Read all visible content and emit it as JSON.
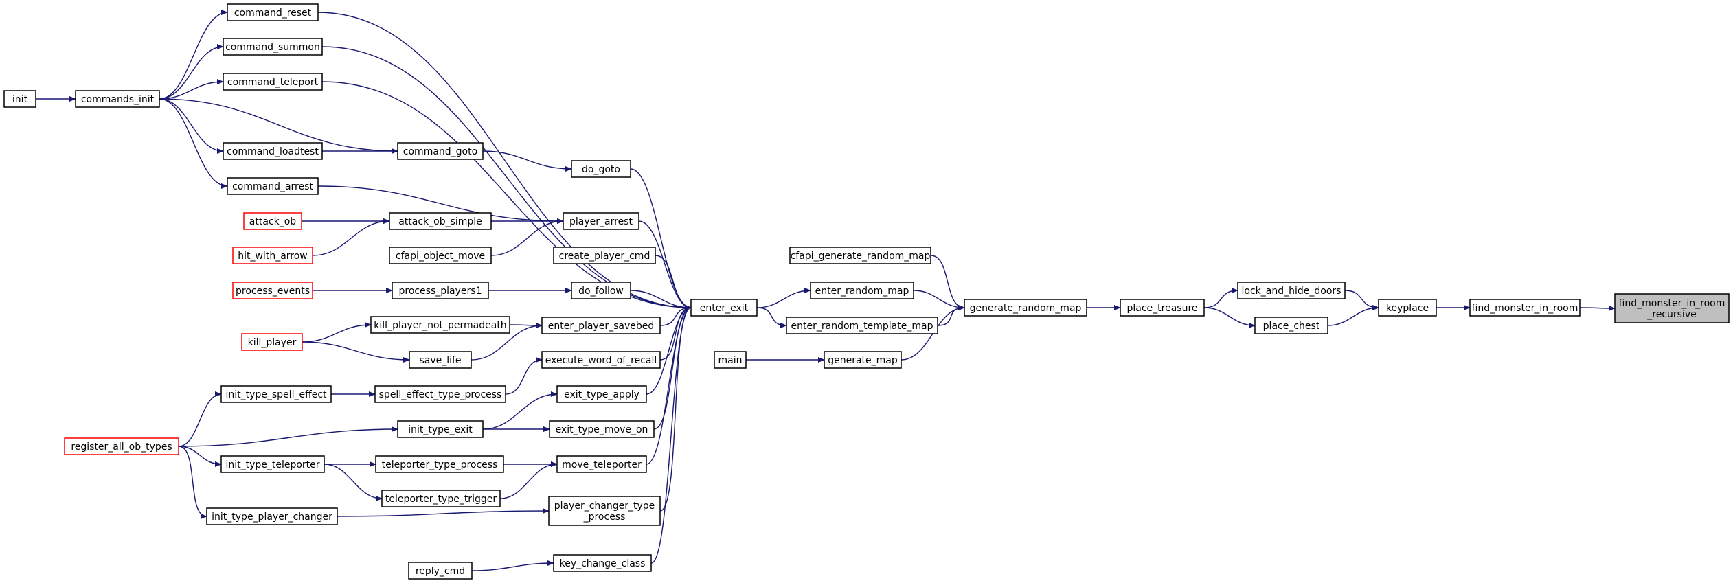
{
  "colors": {
    "edge": "#191970",
    "node_border": "#000000",
    "truncated_border": "#ff0000",
    "focus_fill": "#bfbfbf",
    "node_fill": "#ffffff"
  },
  "nodes": [
    {
      "id": "target",
      "lines": [
        "find_monster_in_room",
        "_recursive"
      ],
      "style": "focus"
    },
    {
      "id": "find_monster_in_room",
      "lines": [
        "find_monster_in_room"
      ]
    },
    {
      "id": "keyplace",
      "lines": [
        "keyplace"
      ]
    },
    {
      "id": "lock_and_hide_doors",
      "lines": [
        "lock_and_hide_doors"
      ]
    },
    {
      "id": "place_chest",
      "lines": [
        "place_chest"
      ]
    },
    {
      "id": "place_treasure",
      "lines": [
        "place_treasure"
      ]
    },
    {
      "id": "generate_random_map",
      "lines": [
        "generate_random_map"
      ]
    },
    {
      "id": "cfapi_generate_random_map",
      "lines": [
        "cfapi_generate_random_map"
      ]
    },
    {
      "id": "enter_random_map",
      "lines": [
        "enter_random_map"
      ]
    },
    {
      "id": "enter_random_template_map",
      "lines": [
        "enter_random_template_map"
      ]
    },
    {
      "id": "generate_map",
      "lines": [
        "generate_map"
      ]
    },
    {
      "id": "main",
      "lines": [
        "main"
      ]
    },
    {
      "id": "enter_exit",
      "lines": [
        "enter_exit"
      ]
    },
    {
      "id": "command_reset",
      "lines": [
        "command_reset"
      ]
    },
    {
      "id": "command_summon",
      "lines": [
        "command_summon"
      ]
    },
    {
      "id": "command_teleport",
      "lines": [
        "command_teleport"
      ]
    },
    {
      "id": "command_loadtest",
      "lines": [
        "command_loadtest"
      ]
    },
    {
      "id": "command_goto",
      "lines": [
        "command_goto"
      ]
    },
    {
      "id": "do_goto",
      "lines": [
        "do_goto"
      ]
    },
    {
      "id": "command_arrest",
      "lines": [
        "command_arrest"
      ]
    },
    {
      "id": "player_arrest",
      "lines": [
        "player_arrest"
      ]
    },
    {
      "id": "attack_ob_simple",
      "lines": [
        "attack_ob_simple"
      ]
    },
    {
      "id": "attack_ob",
      "lines": [
        "attack_ob"
      ],
      "style": "truncated"
    },
    {
      "id": "hit_with_arrow",
      "lines": [
        "hit_with_arrow"
      ],
      "style": "truncated"
    },
    {
      "id": "cfapi_object_move",
      "lines": [
        "cfapi_object_move"
      ]
    },
    {
      "id": "create_player_cmd",
      "lines": [
        "create_player_cmd"
      ]
    },
    {
      "id": "process_events",
      "lines": [
        "process_events"
      ],
      "style": "truncated"
    },
    {
      "id": "process_players1",
      "lines": [
        "process_players1"
      ]
    },
    {
      "id": "do_follow",
      "lines": [
        "do_follow"
      ]
    },
    {
      "id": "kill_player",
      "lines": [
        "kill_player"
      ],
      "style": "truncated"
    },
    {
      "id": "kill_player_not_permadeath",
      "lines": [
        "kill_player_not_permadeath"
      ]
    },
    {
      "id": "save_life",
      "lines": [
        "save_life"
      ]
    },
    {
      "id": "enter_player_savebed",
      "lines": [
        "enter_player_savebed"
      ]
    },
    {
      "id": "execute_word_of_recall",
      "lines": [
        "execute_word_of_recall"
      ]
    },
    {
      "id": "init_type_spell_effect",
      "lines": [
        "init_type_spell_effect"
      ]
    },
    {
      "id": "spell_effect_type_process",
      "lines": [
        "spell_effect_type_process"
      ]
    },
    {
      "id": "register_all_ob_types",
      "lines": [
        "register_all_ob_types"
      ],
      "style": "truncated"
    },
    {
      "id": "init_type_exit",
      "lines": [
        "init_type_exit"
      ]
    },
    {
      "id": "exit_type_apply",
      "lines": [
        "exit_type_apply"
      ]
    },
    {
      "id": "exit_type_move_on",
      "lines": [
        "exit_type_move_on"
      ]
    },
    {
      "id": "init_type_teleporter",
      "lines": [
        "init_type_teleporter"
      ]
    },
    {
      "id": "teleporter_type_process",
      "lines": [
        "teleporter_type_process"
      ]
    },
    {
      "id": "teleporter_type_trigger",
      "lines": [
        "teleporter_type_trigger"
      ]
    },
    {
      "id": "move_teleporter",
      "lines": [
        "move_teleporter"
      ]
    },
    {
      "id": "init_type_player_changer",
      "lines": [
        "init_type_player_changer"
      ]
    },
    {
      "id": "player_changer_type_process",
      "lines": [
        "player_changer_type",
        "_process"
      ]
    },
    {
      "id": "reply_cmd",
      "lines": [
        "reply_cmd"
      ]
    },
    {
      "id": "key_change_class",
      "lines": [
        "key_change_class"
      ]
    },
    {
      "id": "init",
      "lines": [
        "init"
      ]
    },
    {
      "id": "commands_init",
      "lines": [
        "commands_init"
      ]
    }
  ],
  "edges": [
    [
      "find_monster_in_room",
      "target"
    ],
    [
      "keyplace",
      "find_monster_in_room"
    ],
    [
      "lock_and_hide_doors",
      "keyplace"
    ],
    [
      "place_chest",
      "keyplace"
    ],
    [
      "place_treasure",
      "lock_and_hide_doors"
    ],
    [
      "place_treasure",
      "place_chest"
    ],
    [
      "generate_random_map",
      "place_treasure"
    ],
    [
      "cfapi_generate_random_map",
      "generate_random_map"
    ],
    [
      "enter_random_map",
      "generate_random_map"
    ],
    [
      "enter_random_template_map",
      "generate_random_map"
    ],
    [
      "generate_map",
      "generate_random_map"
    ],
    [
      "main",
      "generate_map"
    ],
    [
      "enter_exit",
      "enter_random_map"
    ],
    [
      "enter_exit",
      "enter_random_template_map"
    ],
    [
      "command_reset",
      "enter_exit"
    ],
    [
      "command_summon",
      "enter_exit"
    ],
    [
      "command_teleport",
      "enter_exit"
    ],
    [
      "do_goto",
      "enter_exit"
    ],
    [
      "player_arrest",
      "enter_exit"
    ],
    [
      "create_player_cmd",
      "enter_exit"
    ],
    [
      "do_follow",
      "enter_exit"
    ],
    [
      "enter_player_savebed",
      "enter_exit"
    ],
    [
      "execute_word_of_recall",
      "enter_exit"
    ],
    [
      "exit_type_apply",
      "enter_exit"
    ],
    [
      "exit_type_move_on",
      "enter_exit"
    ],
    [
      "move_teleporter",
      "enter_exit"
    ],
    [
      "player_changer_type_process",
      "enter_exit"
    ],
    [
      "key_change_class",
      "enter_exit"
    ],
    [
      "commands_init",
      "command_reset"
    ],
    [
      "commands_init",
      "command_summon"
    ],
    [
      "commands_init",
      "command_teleport"
    ],
    [
      "commands_init",
      "command_loadtest"
    ],
    [
      "commands_init",
      "command_goto"
    ],
    [
      "commands_init",
      "command_arrest"
    ],
    [
      "init",
      "commands_init"
    ],
    [
      "command_loadtest",
      "command_goto"
    ],
    [
      "command_goto",
      "do_goto"
    ],
    [
      "command_arrest",
      "player_arrest"
    ],
    [
      "attack_ob_simple",
      "player_arrest"
    ],
    [
      "cfapi_object_move",
      "player_arrest"
    ],
    [
      "attack_ob",
      "attack_ob_simple"
    ],
    [
      "hit_with_arrow",
      "attack_ob_simple"
    ],
    [
      "process_events",
      "process_players1"
    ],
    [
      "process_players1",
      "do_follow"
    ],
    [
      "kill_player",
      "kill_player_not_permadeath"
    ],
    [
      "kill_player",
      "save_life"
    ],
    [
      "kill_player_not_permadeath",
      "enter_player_savebed"
    ],
    [
      "save_life",
      "enter_player_savebed"
    ],
    [
      "spell_effect_type_process",
      "execute_word_of_recall"
    ],
    [
      "init_type_spell_effect",
      "spell_effect_type_process"
    ],
    [
      "register_all_ob_types",
      "init_type_spell_effect"
    ],
    [
      "register_all_ob_types",
      "init_type_exit"
    ],
    [
      "register_all_ob_types",
      "init_type_teleporter"
    ],
    [
      "register_all_ob_types",
      "init_type_player_changer"
    ],
    [
      "init_type_exit",
      "exit_type_apply"
    ],
    [
      "init_type_exit",
      "exit_type_move_on"
    ],
    [
      "init_type_teleporter",
      "teleporter_type_process"
    ],
    [
      "init_type_teleporter",
      "teleporter_type_trigger"
    ],
    [
      "teleporter_type_process",
      "move_teleporter"
    ],
    [
      "teleporter_type_trigger",
      "move_teleporter"
    ],
    [
      "init_type_player_changer",
      "player_changer_type_process"
    ],
    [
      "reply_cmd",
      "key_change_class"
    ]
  ]
}
